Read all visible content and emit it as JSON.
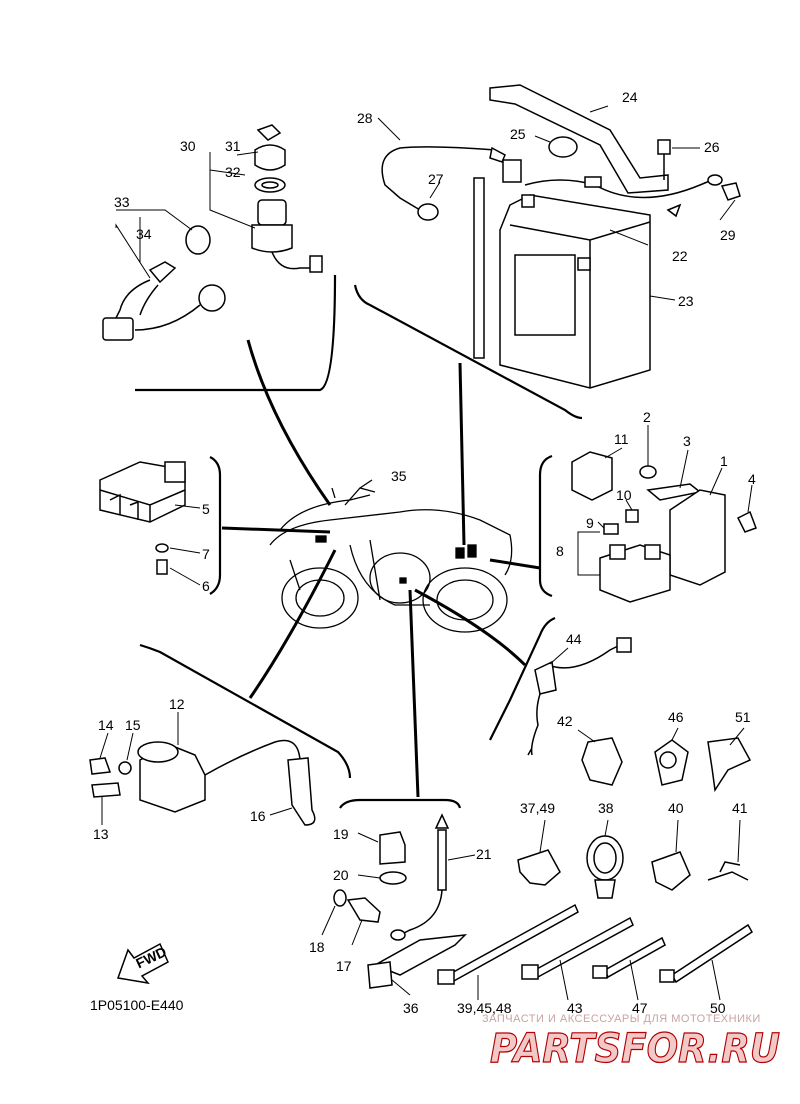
{
  "diagram_code": "1P05100-E440",
  "fwd_label": "FWD",
  "watermark": {
    "caption": "ЗАПЧАСТИ И АКСЕССУАРЫ ДЛЯ МОТОТЕХНИКИ",
    "brand": "PARTSFOR.RU"
  },
  "callouts": [
    "1",
    "2",
    "3",
    "4",
    "5",
    "6",
    "7",
    "8",
    "9",
    "10",
    "11",
    "12",
    "13",
    "14",
    "15",
    "16",
    "17",
    "18",
    "19",
    "20",
    "21",
    "22",
    "23",
    "24",
    "25",
    "26",
    "27",
    "28",
    "29",
    "30",
    "31",
    "32",
    "33",
    "34",
    "35",
    "36",
    "37,49",
    "38",
    "39,45,48",
    "40",
    "41",
    "42",
    "43",
    "44",
    "46",
    "47",
    "50",
    "51"
  ]
}
